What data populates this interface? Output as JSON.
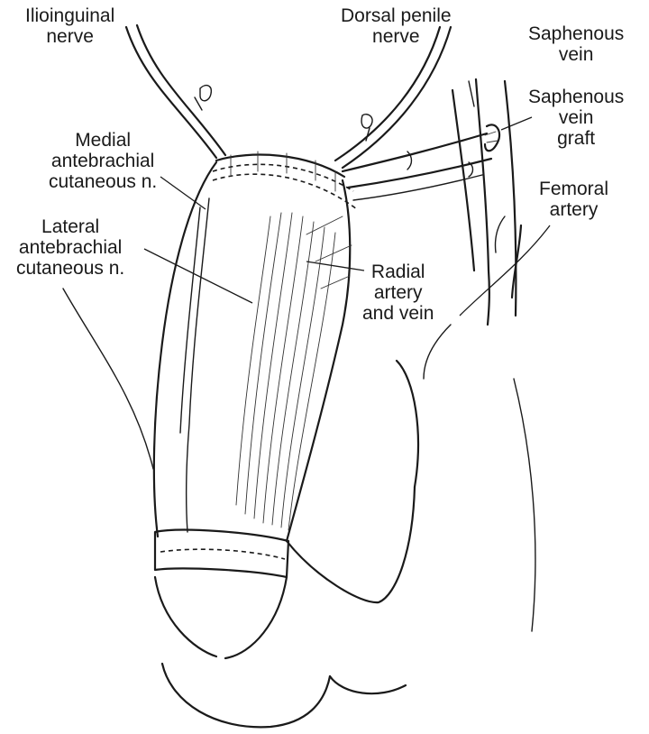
{
  "labels": {
    "ilioinguinal": [
      "Ilioinguinal",
      "nerve"
    ],
    "dorsal_penile": [
      "Dorsal penile",
      "nerve"
    ],
    "saphenous_vein": [
      "Saphenous",
      "vein"
    ],
    "saphenous_graft": [
      "Saphenous",
      "vein",
      "graft"
    ],
    "medial": [
      "Medial",
      "antebrachial",
      "cutaneous n."
    ],
    "femoral": [
      "Femoral",
      "artery"
    ],
    "lateral": [
      "Lateral",
      "antebrachial",
      "cutaneous n."
    ],
    "radial": [
      "Radial",
      "artery",
      "and vein"
    ]
  },
  "colors": {
    "ink": "#1a1a1a",
    "background": "#ffffff"
  }
}
